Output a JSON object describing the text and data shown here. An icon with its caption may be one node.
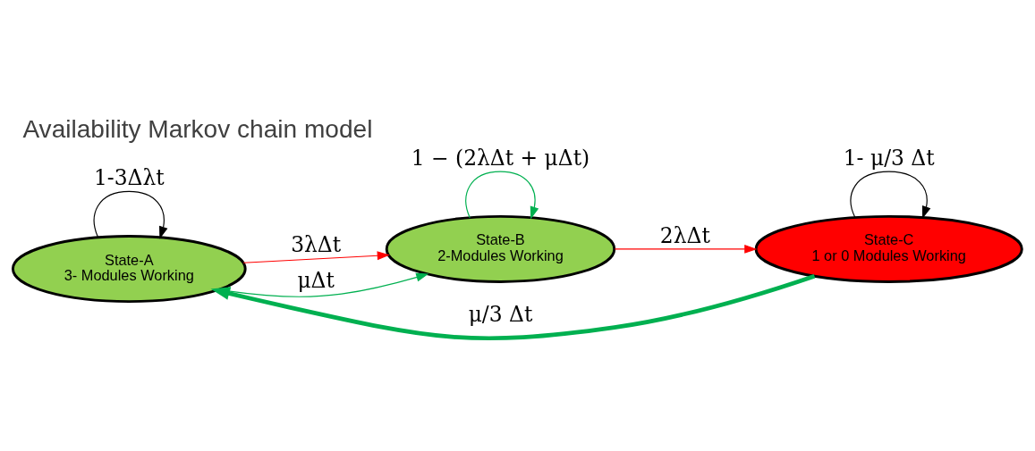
{
  "diagram": {
    "title": "Availability Markov chain model",
    "nodes": [
      {
        "text": [
          "State-A",
          "3- Modules Working"
        ]
      },
      {
        "text": [
          "State-B",
          "2-Modules Working"
        ]
      },
      {
        "text": [
          "State-C",
          "1 or 0 Modules Working"
        ]
      }
    ],
    "edges": [
      {
        "from": 0,
        "to": 0,
        "arrow": "to",
        "label": "1-3Δλt",
        "color": "#000000"
      },
      {
        "from": 0,
        "to": 1,
        "arrow": "to",
        "label": "3λΔt",
        "color": "#ff0000"
      },
      {
        "from": 1,
        "to": 2,
        "arrow": "to",
        "label": "2λΔt",
        "color": "#ff0000"
      },
      {
        "from": 2,
        "to": 0,
        "arrow": "to",
        "label": "μ/3 Δt",
        "style": "thick",
        "color": "#00b050"
      },
      {
        "from": 2,
        "to": 2,
        "arrow": "to",
        "label": "1- μ/3 Δt",
        "color": "#000000"
      },
      {
        "from": 0,
        "to": 1,
        "arrow": "both",
        "label": "μΔt",
        "color": "#00b050"
      },
      {
        "from": 1,
        "to": 1,
        "arrow": "to",
        "label": "1 − (2λΔt + μΔt)",
        "color": "#00b050"
      }
    ]
  }
}
